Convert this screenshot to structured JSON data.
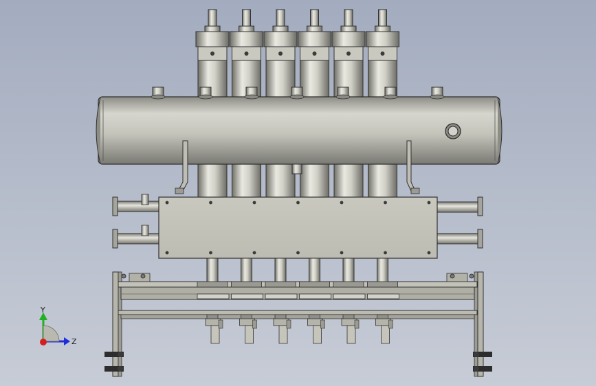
{
  "view": {
    "background_top": "#a3acbf",
    "background_bottom": "#c7ccd6"
  },
  "model": {
    "cylinder_count": 6,
    "plate_bolt_rows": 2,
    "plate_bolts_per_row": 7
  },
  "triad": {
    "y_label": "Y",
    "z_label": "Z",
    "y_color": "#21b021",
    "z_color": "#1f2fd6",
    "x_color": "#d41f1f"
  }
}
